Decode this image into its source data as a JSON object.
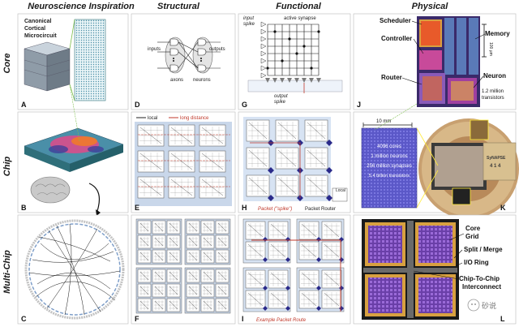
{
  "columns": {
    "inspiration": "Neuroscience Inspiration",
    "structural": "Structural",
    "functional": "Functional",
    "physical": "Physical"
  },
  "rows": {
    "core": "Core",
    "chip": "Chip",
    "multichip": "Multi-Chip"
  },
  "panels": {
    "A": {
      "letter": "A",
      "title_line1": "Canonical",
      "title_line2": "Cortical",
      "title_line3": "Microcircuit"
    },
    "B": {
      "letter": "B"
    },
    "C": {
      "letter": "C"
    },
    "D": {
      "letter": "D",
      "inputs": "inputs",
      "outputs": "outputs",
      "axons": "axons",
      "neurons": "neurons"
    },
    "E": {
      "letter": "E",
      "local": "local",
      "long_distance": "long distance"
    },
    "F": {
      "letter": "F"
    },
    "G": {
      "letter": "G",
      "input_spike_1": "input",
      "input_spike_2": "spike",
      "active_synapse": "active synapse",
      "output_spike_1": "output",
      "output_spike_2": "spike"
    },
    "H": {
      "letter": "H",
      "packet": "Packet (\"spike\")",
      "packet_router": "Packet Router",
      "local": "Local"
    },
    "I": {
      "letter": "I",
      "example_route": "Example Packet Route"
    },
    "J": {
      "letter": "J",
      "scheduler": "Scheduler",
      "memory": "Memory",
      "controller": "Controller",
      "router": "Router",
      "neuron": "Neuron",
      "scale": "100 µm",
      "transistors_1": "1.2 million",
      "transistors_2": "transistors"
    },
    "K": {
      "letter": "K",
      "scale": "10 mm",
      "cores": "4096 cores",
      "neurons": "1 million neurons",
      "synapses": "256 million synapses",
      "transistors": "5.4 billion transistors",
      "chip_text_1": "SyNAPSE",
      "chip_text_2": "4 1 4"
    },
    "L": {
      "letter": "L",
      "core": "Core",
      "grid": "Grid",
      "split_merge": "Split / Merge",
      "io_ring": "I/O Ring",
      "chip_to_chip_1": "Chip-To-Chip",
      "chip_to_chip_2": "Interconnect",
      "watermark": "砂说"
    }
  },
  "colors": {
    "long_distance": "#c0392b",
    "grid_blue": "#9fb6d8",
    "k_die": "#5b58c8",
    "heading": "#1a1a1a"
  }
}
